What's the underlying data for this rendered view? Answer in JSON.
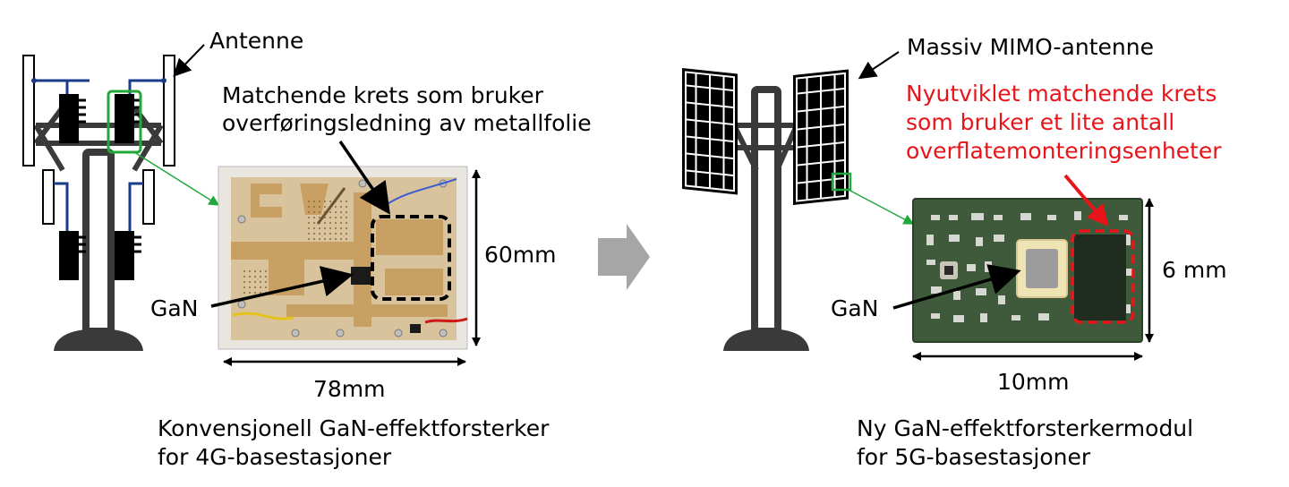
{
  "left": {
    "antenna_label": "Antenne",
    "matching_label_line1": "Matchende krets som bruker",
    "matching_label_line2": "overføringsledning av metallfolie",
    "height_label": "60mm",
    "width_label": "78mm",
    "gan_label": "GaN",
    "caption_line1": "Konvensjonell GaN-effektforsterker",
    "caption_line2": "for 4G-basestasjoner"
  },
  "right": {
    "antenna_label": "Massiv MIMO-antenne",
    "new_circuit_line1": "Nyutviklet matchende krets",
    "new_circuit_line2": "som bruker et lite antall",
    "new_circuit_line3": "overflatemonteringsenheter",
    "height_label": "6 mm",
    "width_label": "10mm",
    "gan_label": "GaN",
    "caption_line1": "Ny GaN-effektforsterkermodul",
    "caption_line2": "for 5G-basestasjoner"
  },
  "colors": {
    "highlight_red": "#e8141a",
    "callout_green": "#22a83a",
    "pcb_gold": "#c9a063",
    "module_green": "#3e5a3a",
    "arrow_gray": "#a6a6a6"
  }
}
